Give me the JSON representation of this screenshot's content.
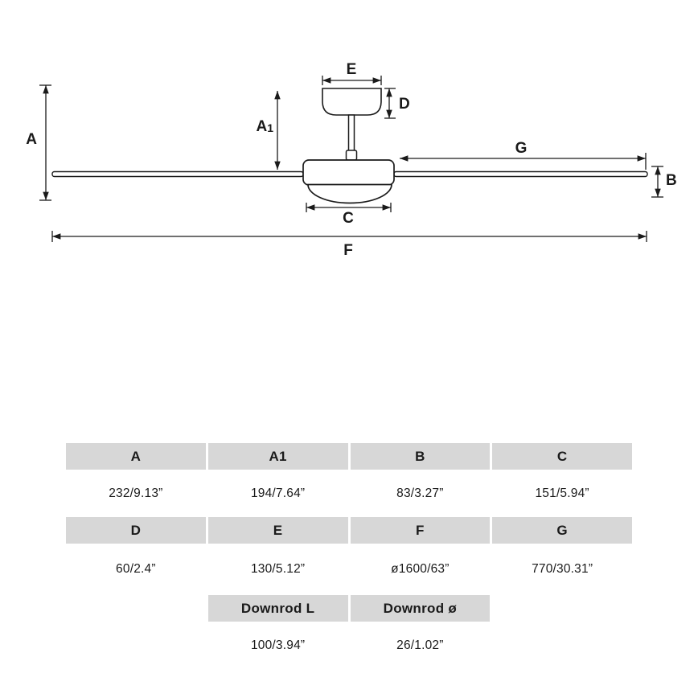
{
  "diagram": {
    "labels": {
      "A": "A",
      "A1_main": "A",
      "A1_sub": "1",
      "B": "B",
      "C": "C",
      "D": "D",
      "E": "E",
      "F": "F",
      "G": "G"
    }
  },
  "table": {
    "r1h": [
      "A",
      "A1",
      "B",
      "C"
    ],
    "r1v": [
      "232/9.13”",
      "194/7.64”",
      "83/3.27”",
      "151/5.94”"
    ],
    "r2h": [
      "D",
      "E",
      "F",
      "G"
    ],
    "r2v": [
      "60/2.4”",
      "130/5.12”",
      "ø1600/63”",
      "770/30.31”"
    ],
    "r3h": [
      "Downrod L",
      "Downrod ø"
    ],
    "r3v": [
      "100/3.94”",
      "26/1.02”"
    ]
  }
}
